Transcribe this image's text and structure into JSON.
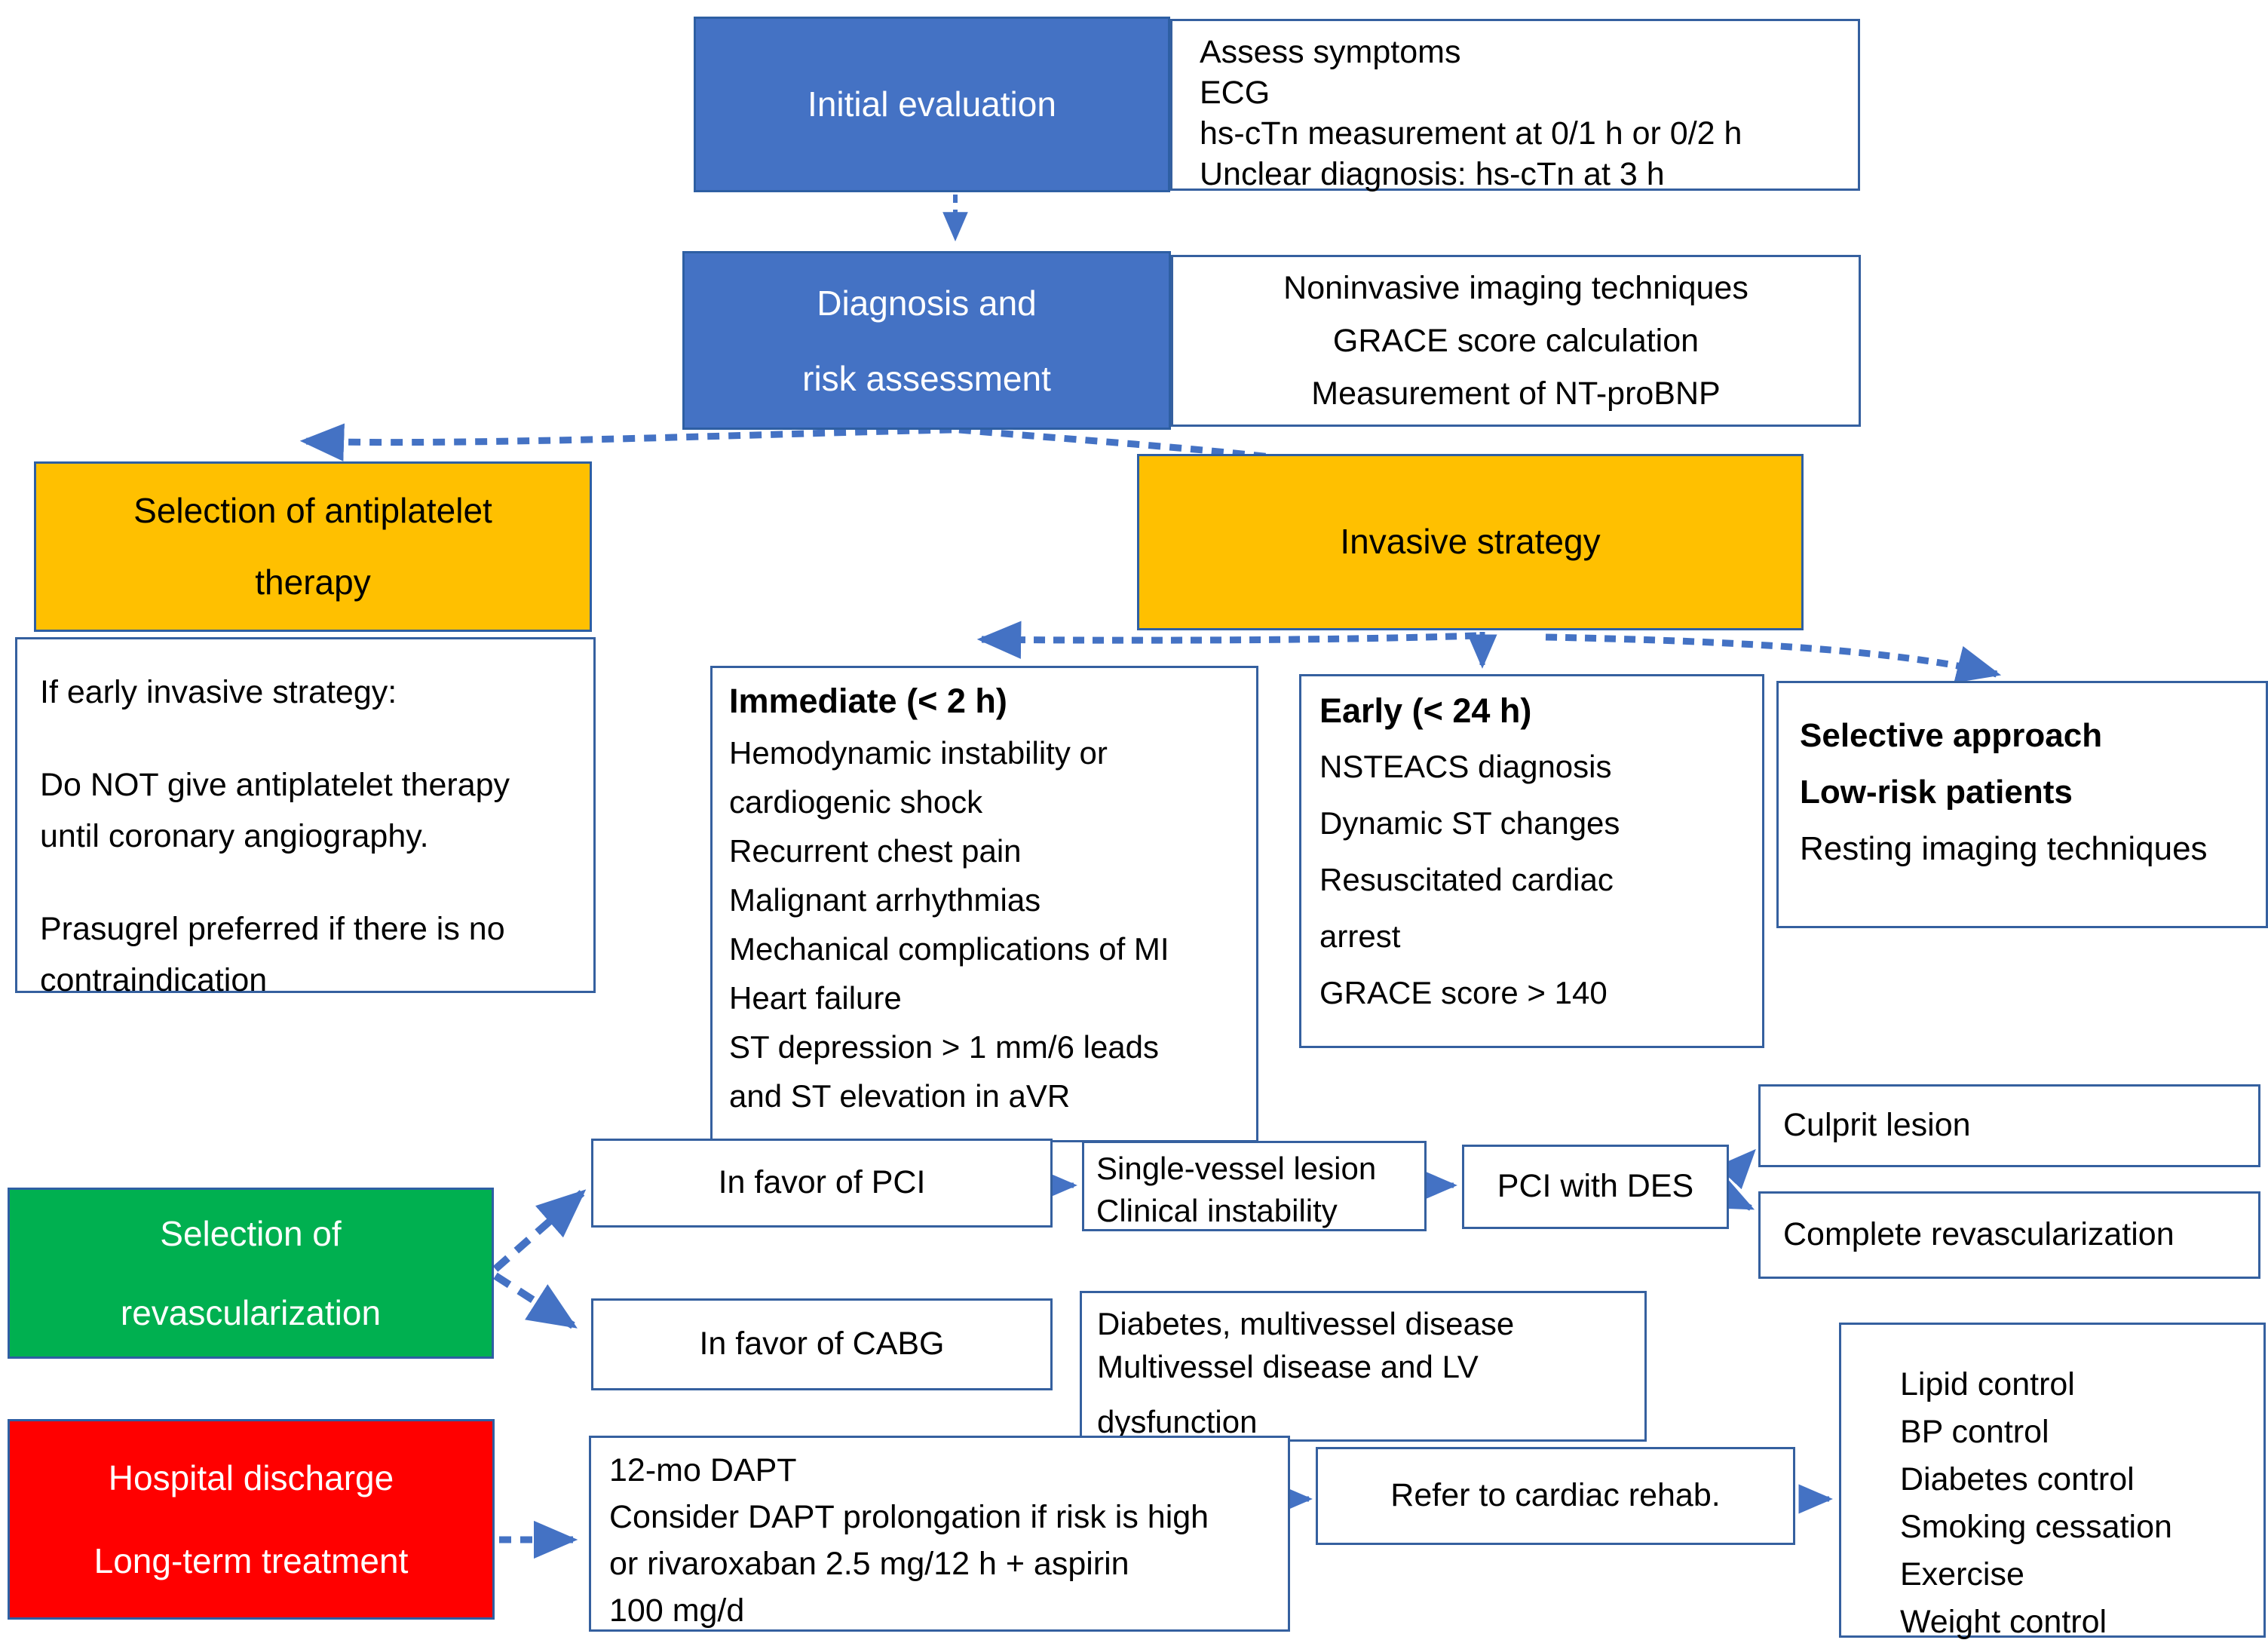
{
  "palette": {
    "node_blue": "#4472C4",
    "node_orange": "#FFC000",
    "node_green": "#00B050",
    "node_red": "#FF0000",
    "box_border_blue": "#35609F",
    "arrow_blue": "#4472C4"
  },
  "nodes": {
    "initial": {
      "label": "Initial evaluation"
    },
    "initial_info": {
      "lines": [
        "Assess symptoms",
        "ECG",
        "hs-cTn measurement at 0/1 h or 0/2 h",
        "Unclear diagnosis: hs-cTn at 3 h"
      ]
    },
    "diagnosis": {
      "lines": [
        "Diagnosis and",
        "risk assessment"
      ]
    },
    "diagnosis_info": {
      "lines": [
        "Noninvasive imaging techniques",
        "GRACE score calculation",
        "Measurement of NT-proBNP"
      ]
    },
    "antiplatelet": {
      "lines": [
        "Selection of antiplatelet",
        "therapy"
      ]
    },
    "antiplatelet_info": {
      "paragraphs": [
        "If early invasive strategy:",
        "Do NOT give antiplatelet therapy until coronary angiography.",
        "Prasugrel preferred if there is no contraindication"
      ]
    },
    "invasive": {
      "label": "Invasive strategy"
    },
    "immediate": {
      "title": "Immediate (< 2 h)",
      "lines": [
        "Hemodynamic instability or",
        "cardiogenic shock",
        "Recurrent chest pain",
        "Malignant arrhythmias",
        "Mechanical complications of MI",
        "Heart failure",
        "ST depression > 1 mm/6 leads",
        "and ST elevation in aVR"
      ]
    },
    "early": {
      "title": "Early (< 24 h)",
      "lines": [
        "NSTEACS diagnosis",
        "Dynamic ST changes",
        "Resuscitated cardiac",
        "arrest",
        "GRACE score > 140"
      ]
    },
    "selective": {
      "line1": "Selective approach",
      "line2": "Low-risk patients",
      "line3": "Resting imaging techniques"
    },
    "revascularization": {
      "lines": [
        "Selection of",
        "revascularization"
      ]
    },
    "pci_favor": {
      "label": "In favor of PCI"
    },
    "single_vessel": {
      "lines": [
        "Single-vessel lesion",
        "Clinical instability"
      ]
    },
    "pci_des": {
      "label": "PCI with DES"
    },
    "culprit": {
      "label": "Culprit lesion"
    },
    "complete": {
      "label": "Complete revascularization"
    },
    "cabg_favor": {
      "label": "In favor of CABG"
    },
    "cabg_info": {
      "lines": [
        "Diabetes, multivessel disease",
        "Multivessel disease and LV",
        "dysfunction"
      ]
    },
    "discharge": {
      "lines": [
        "Hospital discharge",
        "Long-term treatment"
      ]
    },
    "dapt_info": {
      "lines": [
        "12-mo DAPT",
        "Consider DAPT prolongation if risk is high",
        "or rivaroxaban 2.5 mg/12 h + aspirin",
        "100 mg/d"
      ]
    },
    "rehab": {
      "label": "Refer to cardiac rehab."
    },
    "secondary_prevention": {
      "lines": [
        "Lipid control",
        "BP control",
        "Diabetes control",
        "Smoking cessation",
        "Exercise",
        "Weight control"
      ]
    }
  }
}
